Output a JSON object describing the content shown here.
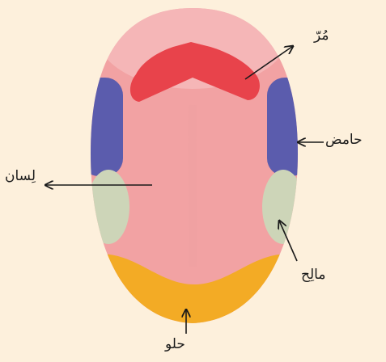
{
  "labels": {
    "bitter": "مُرّ",
    "sour": "حامض",
    "tongue": "لِسان",
    "salty": "مالِح",
    "sweet": "حلو"
  },
  "colors": {
    "background": "#fdf0dc",
    "tongue": "#f2a2a3",
    "bitter_zone": "#e8434b",
    "sour_zone": "#5b5cad",
    "salty_zone": "#cdd5b8",
    "sweet_zone": "#f3ab25",
    "arrows": "#1a1a1a"
  }
}
